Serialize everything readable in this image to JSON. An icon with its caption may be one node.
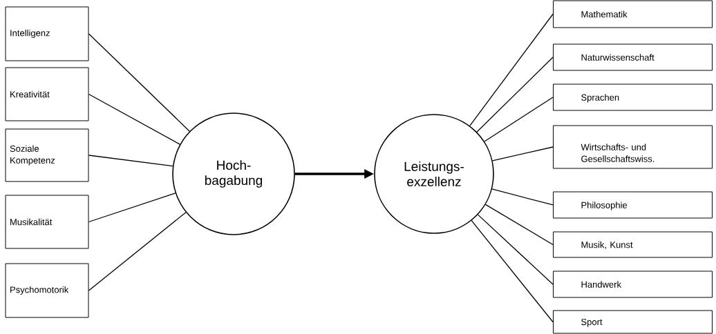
{
  "diagram": {
    "nodes": [
      {
        "text": [
          "Intelligenz"
        ]
      },
      {
        "text": [
          "Kreativität"
        ]
      },
      {
        "text": [
          "Soziale Kompetenz"
        ]
      },
      {
        "text": [
          "Musikalität"
        ]
      },
      {
        "text": [
          "Psychomotorik"
        ]
      },
      {
        "text": [
          "Hoch- bagabung"
        ]
      },
      {
        "text": [
          "Leistungs- exzellenz"
        ]
      },
      {
        "text": [
          "Mathematik"
        ]
      },
      {
        "text": [
          "Naturwissenschaft"
        ]
      },
      {
        "text": [
          "Sprachen"
        ]
      },
      {
        "text": [
          "Wirtschafts- und Gesellschaftswiss."
        ]
      },
      {
        "text": [
          "Philosophie"
        ]
      },
      {
        "text": [
          "Musik, Kunst"
        ]
      },
      {
        "text": [
          "Handwerk"
        ]
      },
      {
        "text": [
          "Sport"
        ]
      }
    ],
    "edges": [
      {
        "from": 0,
        "to": 5,
        "arrow": "none"
      },
      {
        "from": 1,
        "to": 5,
        "arrow": "none"
      },
      {
        "from": 2,
        "to": 5,
        "arrow": "none"
      },
      {
        "from": 3,
        "to": 5,
        "arrow": "none"
      },
      {
        "from": 4,
        "to": 5,
        "arrow": "none"
      },
      {
        "from": 5,
        "to": 6,
        "arrow": "to",
        "style": "thick"
      },
      {
        "from": 6,
        "to": 7,
        "arrow": "none"
      },
      {
        "from": 6,
        "to": 8,
        "arrow": "none"
      },
      {
        "from": 6,
        "to": 9,
        "arrow": "none"
      },
      {
        "from": 6,
        "to": 10,
        "arrow": "none"
      },
      {
        "from": 6,
        "to": 11,
        "arrow": "none"
      },
      {
        "from": 6,
        "to": 12,
        "arrow": "none"
      },
      {
        "from": 6,
        "to": 13,
        "arrow": "none"
      },
      {
        "from": 6,
        "to": 14,
        "arrow": "none"
      }
    ]
  }
}
